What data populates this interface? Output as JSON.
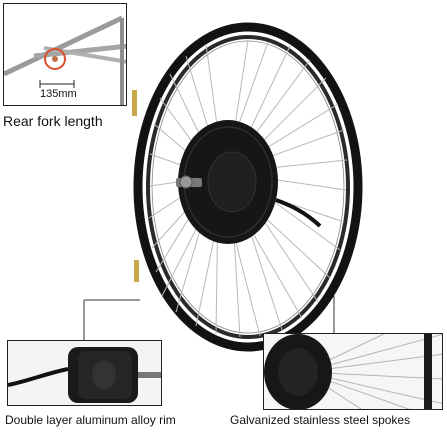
{
  "fork_inset": {
    "measurement": "135mm",
    "caption": "Rear fork length"
  },
  "rim_inset": {
    "caption": "Double layer aluminum alloy rim"
  },
  "spokes_inset": {
    "caption": "Galvanized stainless steel spokes"
  },
  "colors": {
    "rim": "#121212",
    "motor": "#161616",
    "spoke": "#b8b8b8",
    "highlight": "#d9502a"
  }
}
